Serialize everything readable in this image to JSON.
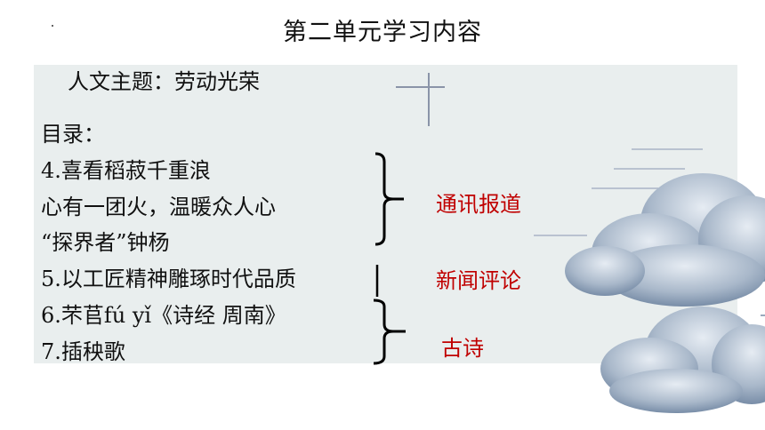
{
  "page": {
    "title": "第二单元学习内容",
    "theme": "人文主题：劳动光荣",
    "toc_label": "目录：",
    "toc_items": [
      "4.喜看稻菽千重浪",
      "心有一团火，温暖众人心",
      "“探界者”钟杨",
      "5.以工匠精神雕琢时代品质",
      "6.芣苢fú yǐ《诗经 周南》",
      "7.插秧歌"
    ],
    "groups": [
      {
        "label": "通讯报道"
      },
      {
        "label": "新闻评论"
      },
      {
        "label": "古诗"
      }
    ]
  },
  "colors": {
    "accent_red": "#c00000",
    "panel_bg": "#e9eeee"
  }
}
